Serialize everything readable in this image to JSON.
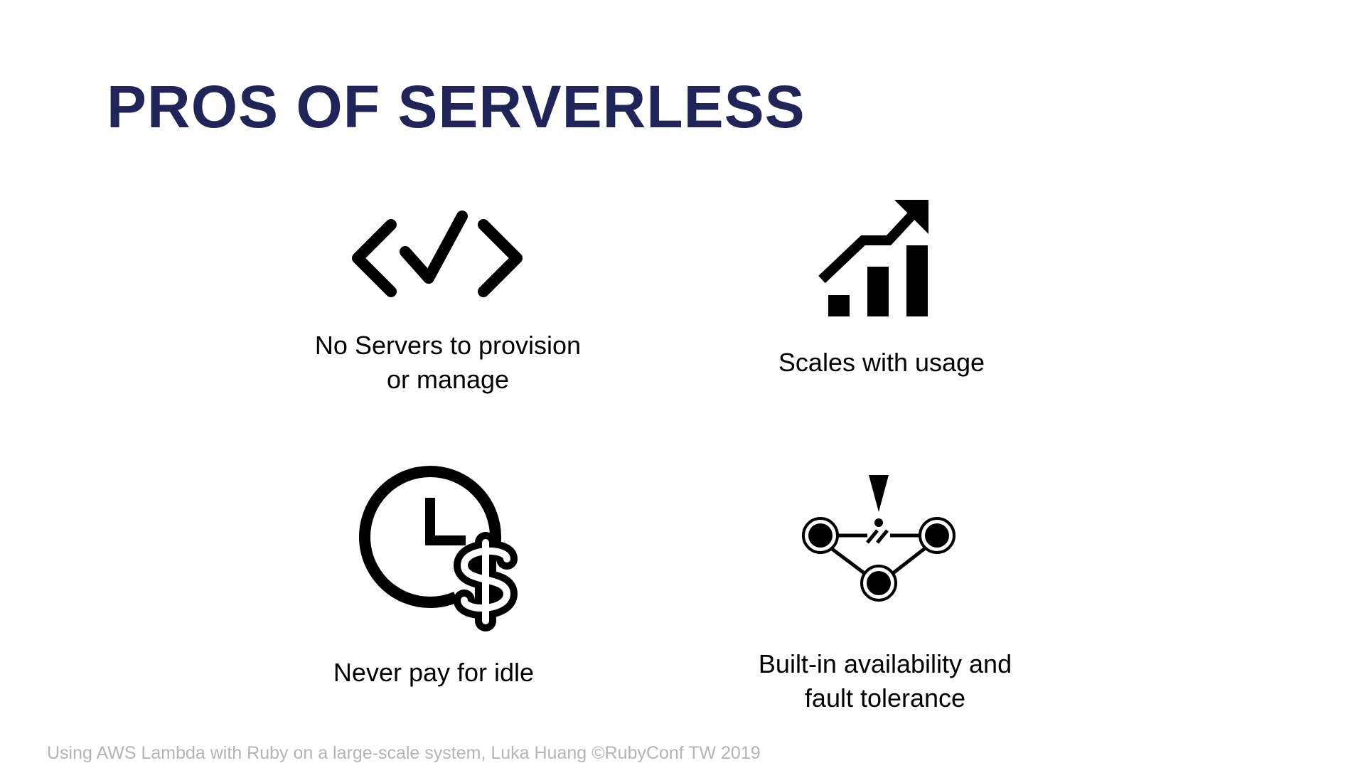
{
  "slide": {
    "title": "PROS OF SERVERLESS",
    "title_color": "#1f2559",
    "items": [
      {
        "icon": "code-check-icon",
        "lines": [
          "No Servers to provision",
          "or manage"
        ]
      },
      {
        "icon": "growth-chart-icon",
        "lines": [
          "Scales with usage"
        ]
      },
      {
        "icon": "clock-dollar-icon",
        "lines": [
          "Never pay for idle"
        ]
      },
      {
        "icon": "fault-tolerance-network-icon",
        "lines": [
          "Built-in availability and",
          "fault tolerance"
        ]
      }
    ],
    "footer": "Using AWS Lambda with Ruby on a large-scale system, Luka Huang ©RubyConf TW 2019"
  }
}
